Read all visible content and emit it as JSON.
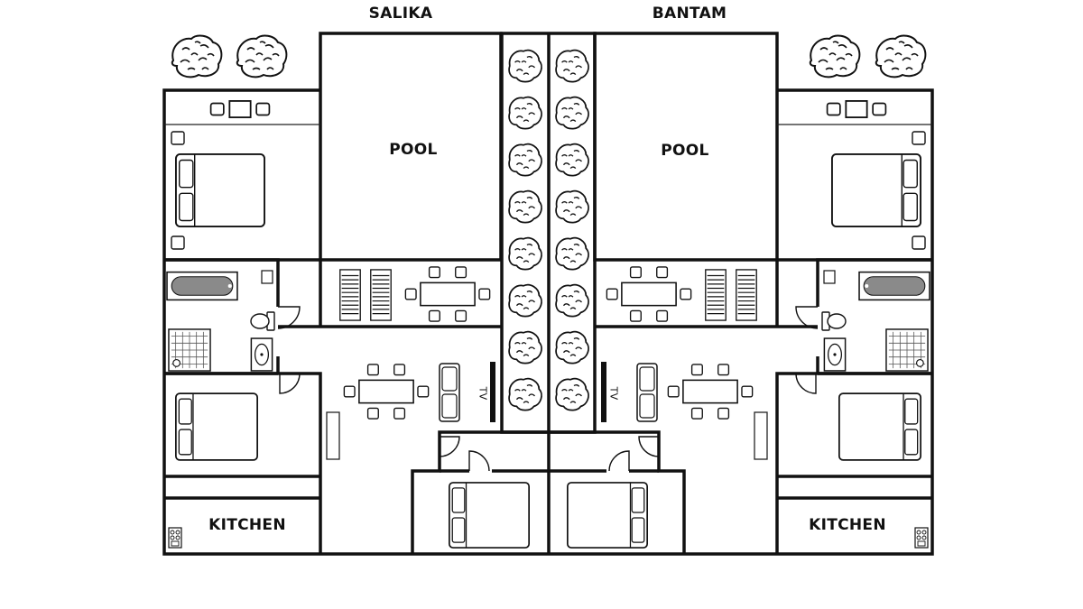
{
  "labels": {
    "left_villa": "SALIKA",
    "right_villa": "BANTAM",
    "left_pool": "POOL",
    "right_pool": "POOL",
    "left_kitchen": "KITCHEN",
    "right_kitchen": "KITCHEN",
    "left_tv": "TV",
    "right_tv": "TV"
  },
  "colors": {
    "wall": "#111111",
    "line": "#222222",
    "tub": "#8a8a8a",
    "background": "#ffffff"
  },
  "icons": [
    "shrub-icon",
    "tree-icon",
    "bed-icon",
    "bathtub-icon",
    "toilet-icon",
    "sink-icon",
    "shower-icon",
    "sun-lounger-icon",
    "dining-table-icon",
    "sofa-icon",
    "tv-icon",
    "stove-icon",
    "door-swing-icon"
  ]
}
